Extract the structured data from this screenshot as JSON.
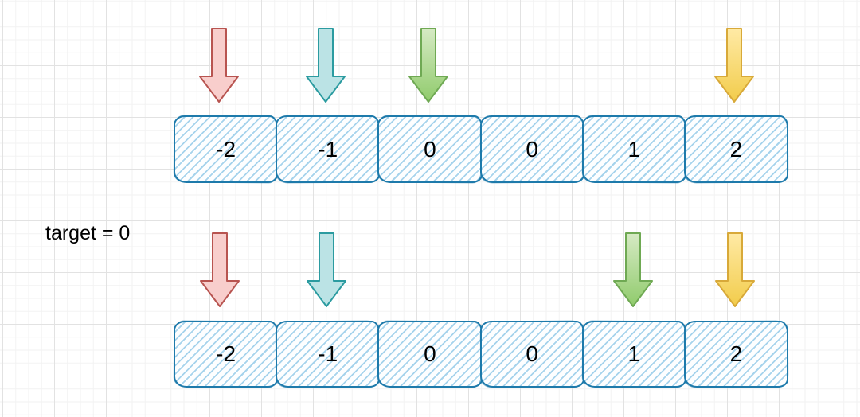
{
  "target_label": "target = 0",
  "array_rows": [
    {
      "name": "top",
      "cells": [
        "-2",
        "-1",
        "0",
        "0",
        "1",
        "2"
      ],
      "pointers": [
        {
          "color_name": "red",
          "points_to_index": 0
        },
        {
          "color_name": "teal",
          "points_to_index": 1
        },
        {
          "color_name": "green",
          "points_to_index": 2
        },
        {
          "color_name": "yellow",
          "points_to_index": 5
        }
      ]
    },
    {
      "name": "bottom",
      "cells": [
        "-2",
        "-1",
        "0",
        "0",
        "1",
        "2"
      ],
      "pointers": [
        {
          "color_name": "red",
          "points_to_index": 0
        },
        {
          "color_name": "teal",
          "points_to_index": 1
        },
        {
          "color_name": "green",
          "points_to_index": 4
        },
        {
          "color_name": "yellow",
          "points_to_index": 5
        }
      ]
    }
  ],
  "colors": {
    "box-stroke": "#1e7aab",
    "box-hatch": "#a6d3ec",
    "red-fill": "#f8cecc",
    "red-stroke": "#b85450",
    "teal-fill": "#bbe3e5",
    "teal-stroke": "#2b9ba0",
    "green-fill-top": "#d6eac4",
    "green-fill-bottom": "#90cb6c",
    "green-stroke": "#6fa953",
    "yellow-fill-top": "#ffeaa5",
    "yellow-fill-bottom": "#f2cc4b",
    "yellow-stroke": "#d8a939",
    "grid-minor": "#f2f2f2",
    "grid-major": "#e2e2e2",
    "text": "#000000"
  }
}
